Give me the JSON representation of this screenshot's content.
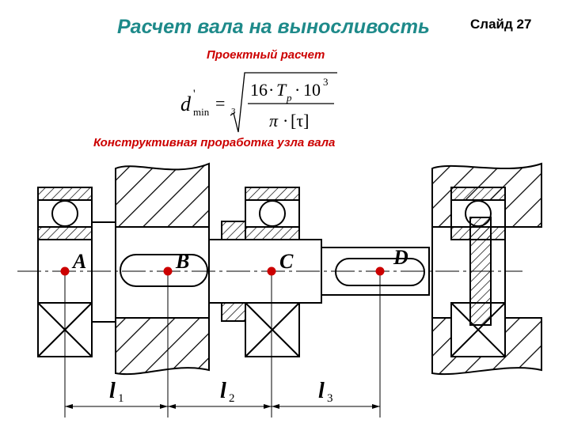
{
  "slide": {
    "title": "Расчет вала на выносливость",
    "number": "Слайд 27",
    "design_calc_heading": "Проектный расчет",
    "constructive_heading": "Конструктивная проработка узла вала"
  },
  "formula": {
    "lhs_symbol": "d",
    "lhs_prime": "'",
    "lhs_sub": "min",
    "equals": "=",
    "root_index": "3",
    "num_a": "16",
    "dot": "·",
    "torque_symbol": "T",
    "torque_sub": "p",
    "num_b": "10",
    "exp": "3",
    "den_pi": "π",
    "den_tau": "[τ]"
  },
  "drawing": {
    "points": [
      {
        "label": "A"
      },
      {
        "label": "B"
      },
      {
        "label": "C"
      },
      {
        "label": "D"
      }
    ],
    "dimensions": [
      {
        "symbol": "l",
        "sub": "1"
      },
      {
        "symbol": "l",
        "sub": "2"
      },
      {
        "symbol": "l",
        "sub": "3"
      }
    ],
    "colors": {
      "point": "#cc0000",
      "line": "#000000"
    }
  }
}
